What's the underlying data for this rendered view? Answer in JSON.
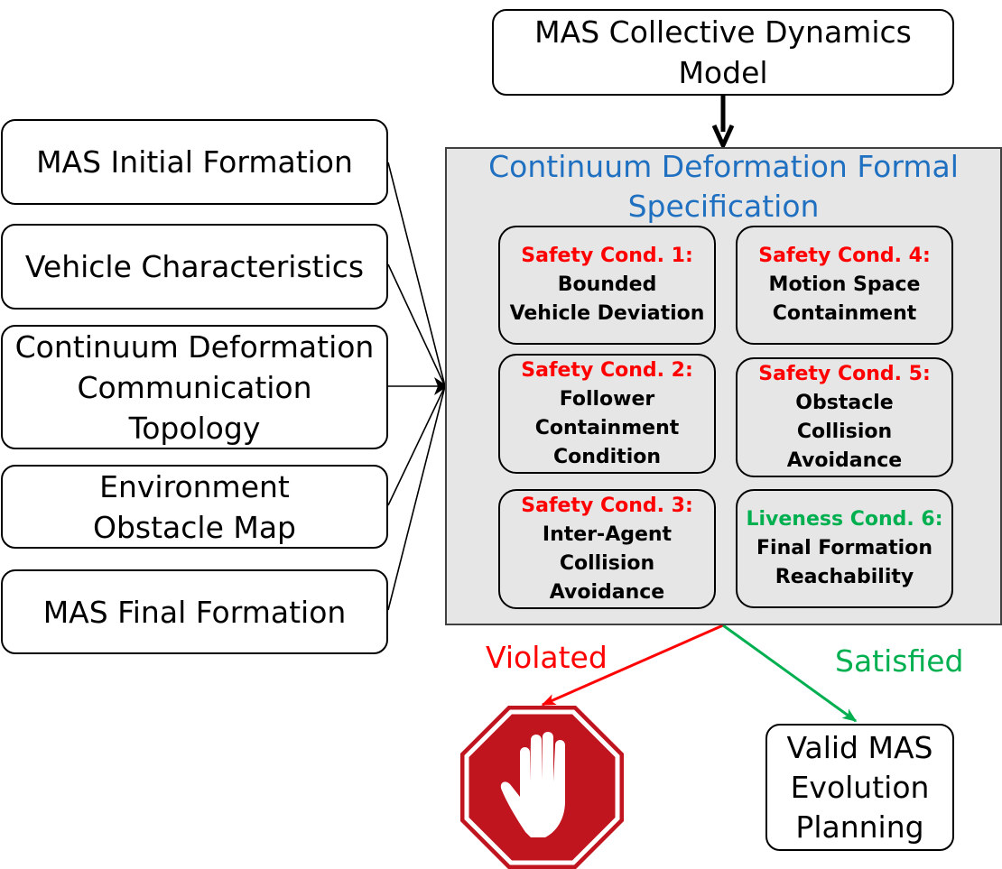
{
  "inputs": {
    "dynamics_model": [
      "MAS Collective Dynamics",
      "Model"
    ],
    "initial_formation": [
      "MAS Initial Formation"
    ],
    "vehicle_characteristics": [
      "Vehicle Characteristics"
    ],
    "communication_topology": [
      "Continuum Deformation",
      "Communication",
      "Topology"
    ],
    "obstacle_map": [
      "Environment",
      "Obstacle Map"
    ],
    "final_formation": [
      "MAS Final Formation"
    ]
  },
  "spec": {
    "title": [
      "Continuum Deformation Formal",
      "Specification"
    ],
    "title_color": "#1f70c1",
    "panel_color": "#e7e6e6",
    "conditions": [
      {
        "head": "Safety Cond. 1:",
        "body": [
          "Bounded",
          "Vehicle Deviation"
        ],
        "kind": "safety"
      },
      {
        "head": "Safety Cond. 2:",
        "body": [
          "Follower",
          "Containment",
          "Condition"
        ],
        "kind": "safety"
      },
      {
        "head": "Safety Cond. 3:",
        "body": [
          "Inter-Agent",
          "Collision",
          "Avoidance"
        ],
        "kind": "safety"
      },
      {
        "head": "Safety Cond. 4:",
        "body": [
          "Motion Space",
          "Containment"
        ],
        "kind": "safety"
      },
      {
        "head": "Safety Cond. 5:",
        "body": [
          "Obstacle",
          "Collision",
          "Avoidance"
        ],
        "kind": "safety"
      },
      {
        "head": "Liveness Cond. 6:",
        "body": [
          "Final Formation",
          "Reachability"
        ],
        "kind": "liveness"
      }
    ]
  },
  "outcomes": {
    "violated": {
      "label": "Violated",
      "color": "#ff0000"
    },
    "satisfied": {
      "label": "Satisfied",
      "color": "#00b050"
    },
    "valid_planning": [
      "Valid MAS",
      "Evolution",
      "Planning"
    ]
  },
  "colors": {
    "safety": "#ff0000",
    "liveness": "#00b050",
    "stop_sign": "#c0141e"
  },
  "icons": {
    "stop": "stop-hand-icon"
  }
}
